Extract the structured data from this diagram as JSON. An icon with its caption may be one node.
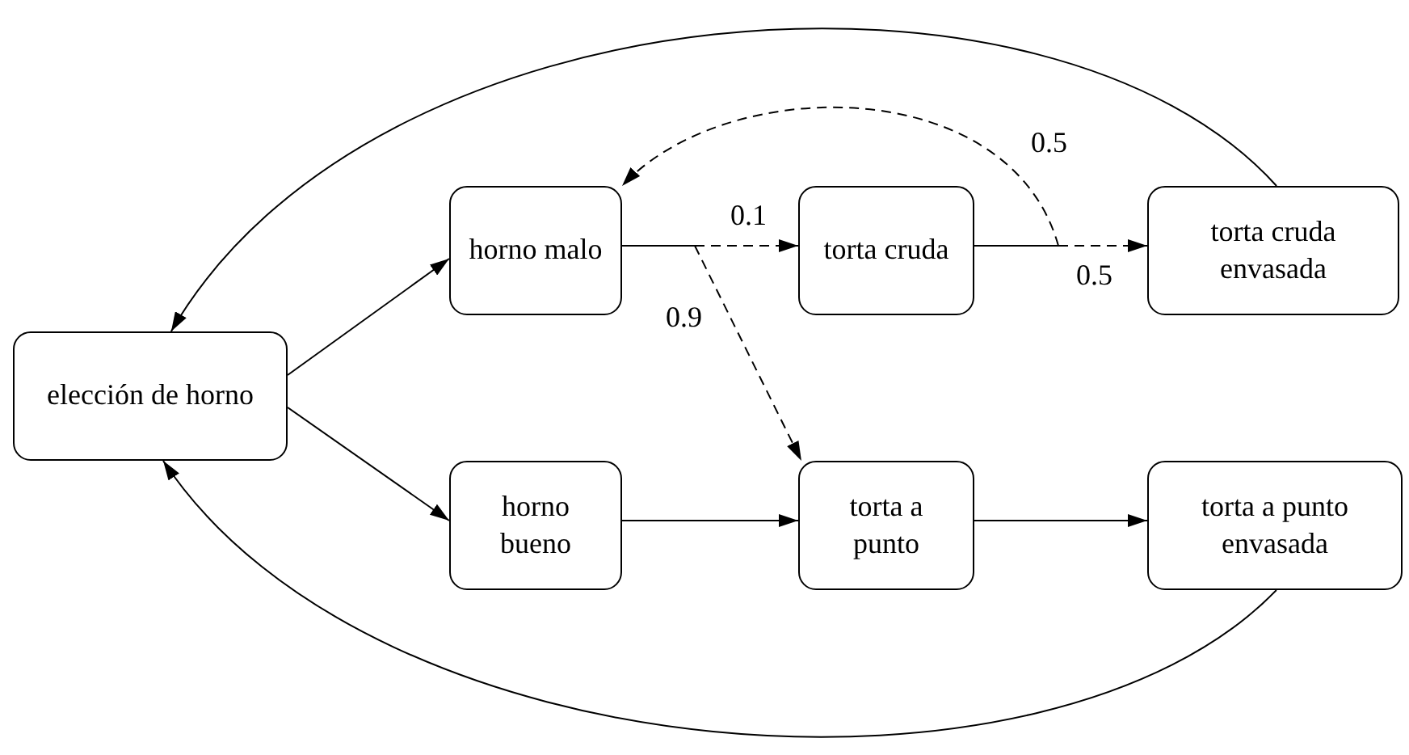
{
  "diagram": {
    "nodes": [
      {
        "text": [
          "elección de horno"
        ]
      },
      {
        "text": [
          "horno malo"
        ]
      },
      {
        "text": [
          "horno bueno"
        ]
      },
      {
        "text": [
          "torta cruda"
        ]
      },
      {
        "text": [
          "torta a punto"
        ]
      },
      {
        "text": [
          "torta cruda envasada"
        ]
      },
      {
        "text": [
          "torta a punto envasada"
        ]
      }
    ],
    "edges": [
      {
        "from": 0,
        "to": 1,
        "arrow": "to"
      },
      {
        "from": 0,
        "to": 2,
        "arrow": "to"
      },
      {
        "from": 1,
        "to": 3,
        "arrow": "to",
        "label": "0.1",
        "style": "dashed"
      },
      {
        "from": 1,
        "to": 4,
        "arrow": "to",
        "label": "0.9",
        "style": "dashed"
      },
      {
        "from": 2,
        "to": 4,
        "arrow": "to"
      },
      {
        "from": 3,
        "to": 5,
        "arrow": "to",
        "label": "0.5",
        "style": "dashed"
      },
      {
        "from": 3,
        "to": 1,
        "arrow": "to",
        "label": "0.5",
        "style": "dashed"
      },
      {
        "from": 4,
        "to": 6,
        "arrow": "to"
      },
      {
        "from": 5,
        "to": 0,
        "arrow": "to"
      },
      {
        "from": 6,
        "to": 0,
        "arrow": "to"
      }
    ]
  }
}
